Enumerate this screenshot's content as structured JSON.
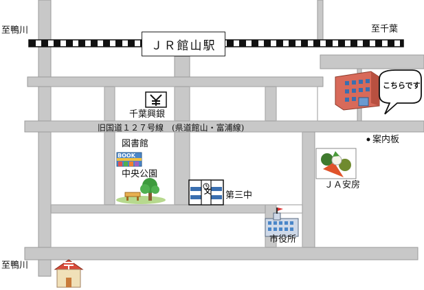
{
  "station": {
    "name": "ＪＲ館山駅"
  },
  "directions": {
    "top_left": "至鴨川",
    "top_right": "至千葉",
    "bottom_left": "至鴨川"
  },
  "road": {
    "label": "旧国道１２７号線　(県道館山・富浦線)"
  },
  "landmarks": {
    "bank": "千葉興銀",
    "library": "図書館",
    "library_book_sign": "BOOK",
    "park": "中央公園",
    "school": "第三中",
    "school_sign": "文",
    "city_hall": "市役所",
    "ja": "ＪＡ安房",
    "info_board": "案内板",
    "destination_callout": "こちらです"
  },
  "colors": {
    "road": "#c8c8c8",
    "block_line": "#aaaaaa",
    "building_red": "#d86a5a",
    "window_blue": "#3a6fb0",
    "park_green": "#3d9a3d"
  }
}
